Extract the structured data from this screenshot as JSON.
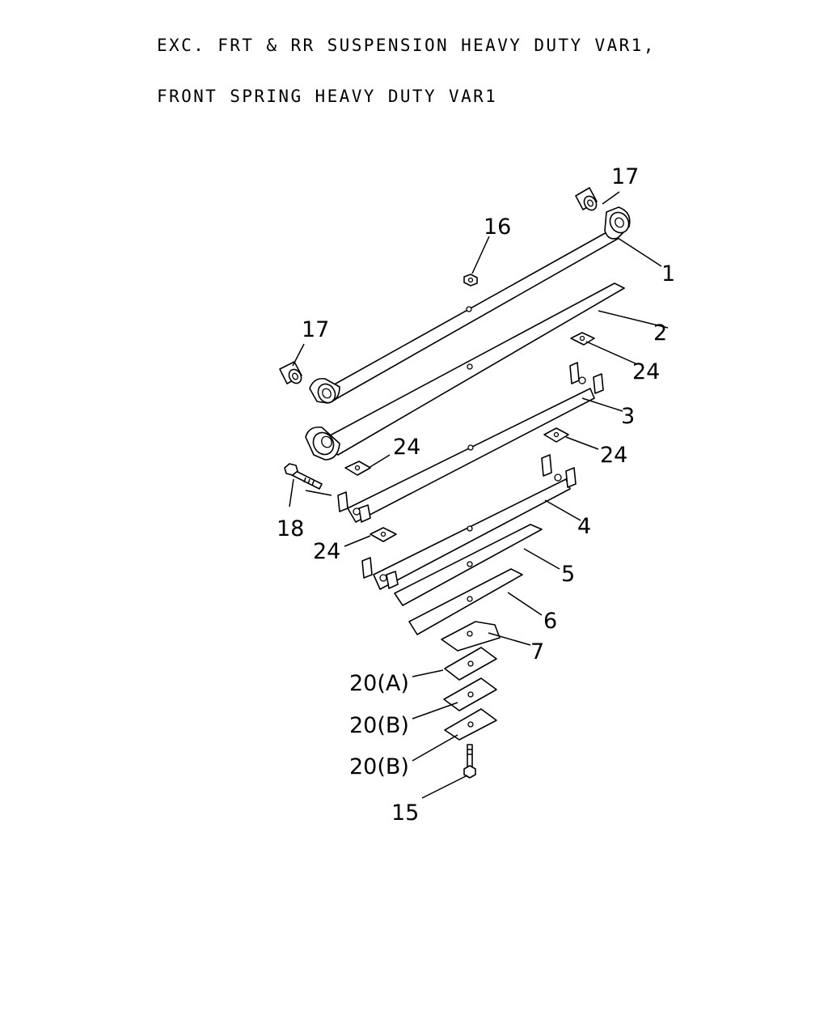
{
  "header": {
    "line1": "EXC. FRT & RR SUSPENSION HEAVY DUTY VAR1,",
    "line2": "FRONT SPRING HEAVY DUTY VAR1"
  },
  "callouts": {
    "c1": "1",
    "c2": "2",
    "c3": "3",
    "c4": "4",
    "c5": "5",
    "c6": "6",
    "c7": "7",
    "c15": "15",
    "c16": "16",
    "c17a": "17",
    "c17b": "17",
    "c18": "18",
    "c20a": "20(A)",
    "c20b1": "20(B)",
    "c20b2": "20(B)",
    "c24a": "24",
    "c24b": "24",
    "c24c": "24",
    "c24d": "24"
  }
}
